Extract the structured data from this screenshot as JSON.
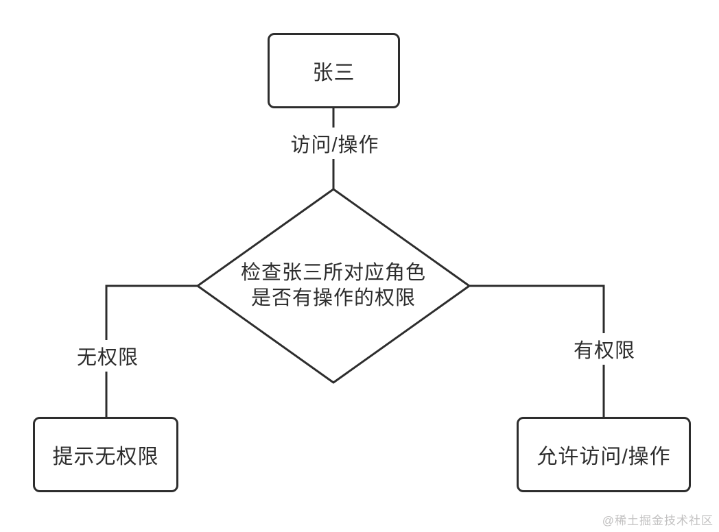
{
  "diagram": {
    "nodes": {
      "actor": {
        "label": "张三"
      },
      "decision": {
        "label": "检查张三所对应角色\n是否有操作的权限"
      },
      "deny": {
        "label": "提示无权限"
      },
      "allow": {
        "label": "允许访问/操作"
      }
    },
    "edges": {
      "access": {
        "label": "访问/操作"
      },
      "no_permission": {
        "label": "无权限"
      },
      "has_permission": {
        "label": "有权限"
      }
    },
    "colors": {
      "stroke": "#2d2d2d",
      "text": "#2d2d2d",
      "background": "#ffffff",
      "watermark": "#c2c1c1"
    }
  },
  "watermark": {
    "text": "@稀土掘金技术社区"
  }
}
